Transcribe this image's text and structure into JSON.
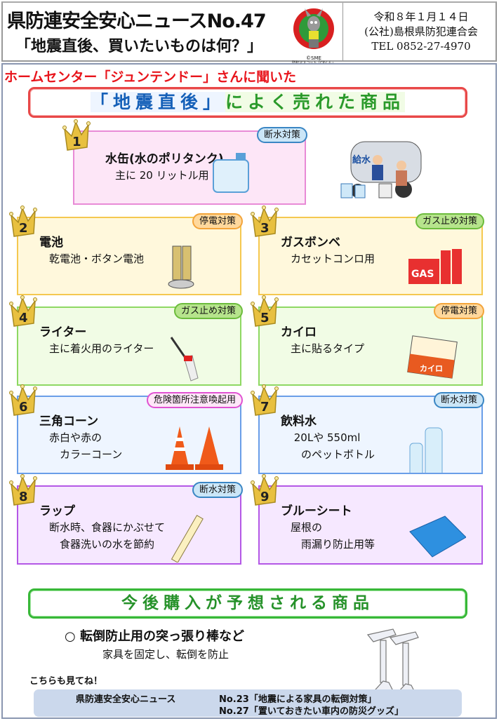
{
  "header": {
    "title": "県防連安全安心ニュースNo.47",
    "subtitle": "「地震直後、買いたいものは何？」",
    "logo_caption": "©SME",
    "logo_mascot": "防犯マスコット「CPくん」",
    "date": "令和８年１月１４日",
    "organization": "(公社)島根県防犯連合会",
    "tel": "TEL 0852-27-4970"
  },
  "main": {
    "subheading": "ホームセンター「ジュンテンドー」さんに聞いた",
    "banner1": {
      "part1": "「地震直後」",
      "part2": "によく売れた商品"
    },
    "ranking": [
      {
        "rank": "1",
        "name": "水缶(水のポリタンク)",
        "desc": "主に 20 リットル用",
        "tag": "断水対策",
        "icon": "water-tank-icon"
      },
      {
        "rank": "2",
        "name": "電池",
        "desc": "乾電池・ボタン電池",
        "tag": "停電対策",
        "icon": "battery-icon"
      },
      {
        "rank": "3",
        "name": "ガスボンベ",
        "desc": "カセットコンロ用",
        "tag": "ガス止め対策",
        "icon": "gas-can-icon"
      },
      {
        "rank": "4",
        "name": "ライター",
        "desc": "主に着火用のライター",
        "tag": "ガス止め対策",
        "icon": "lighter-icon"
      },
      {
        "rank": "5",
        "name": "カイロ",
        "desc": "主に貼るタイプ",
        "tag": "停電対策",
        "icon": "heat-pack-icon"
      },
      {
        "rank": "6",
        "name": "三角コーン",
        "desc": "赤白や赤の\n　カラーコーン",
        "tag": "危険箇所注意喚起用",
        "icon": "traffic-cone-icon"
      },
      {
        "rank": "7",
        "name": "飲料水",
        "desc": " 20Lや 550ml\n　のペットボトル",
        "tag": "断水対策",
        "icon": "water-bottle-icon"
      },
      {
        "rank": "8",
        "name": "ラップ",
        "desc": "断水時、食器にかぶせて\n　食器洗いの水を節約",
        "tag": "断水対策",
        "icon": "plastic-wrap-icon"
      },
      {
        "rank": "9",
        "name": "ブルーシート",
        "desc": "屋根の\n　雨漏り防止用等",
        "tag": "",
        "icon": "blue-tarp-icon"
      }
    ],
    "banner2": "今後購入が予想される商品",
    "future": {
      "item": "○ 転倒防止用の突っ張り棒など",
      "desc": "家具を固定し、転倒を防止"
    },
    "see_also": "こちらも見てね！",
    "links": {
      "series": "県防連安全安心ニュース",
      "link1": "No.23「地震による家具の転倒対策」",
      "link2": "No.27「置いておきたい車内の防災グッズ」"
    },
    "truck_label": "給水"
  },
  "colors": {
    "red_heading": "#e8141b",
    "blue_text": "#1560b8",
    "green_text": "#2a9a2a",
    "crown": "#e8c040"
  }
}
